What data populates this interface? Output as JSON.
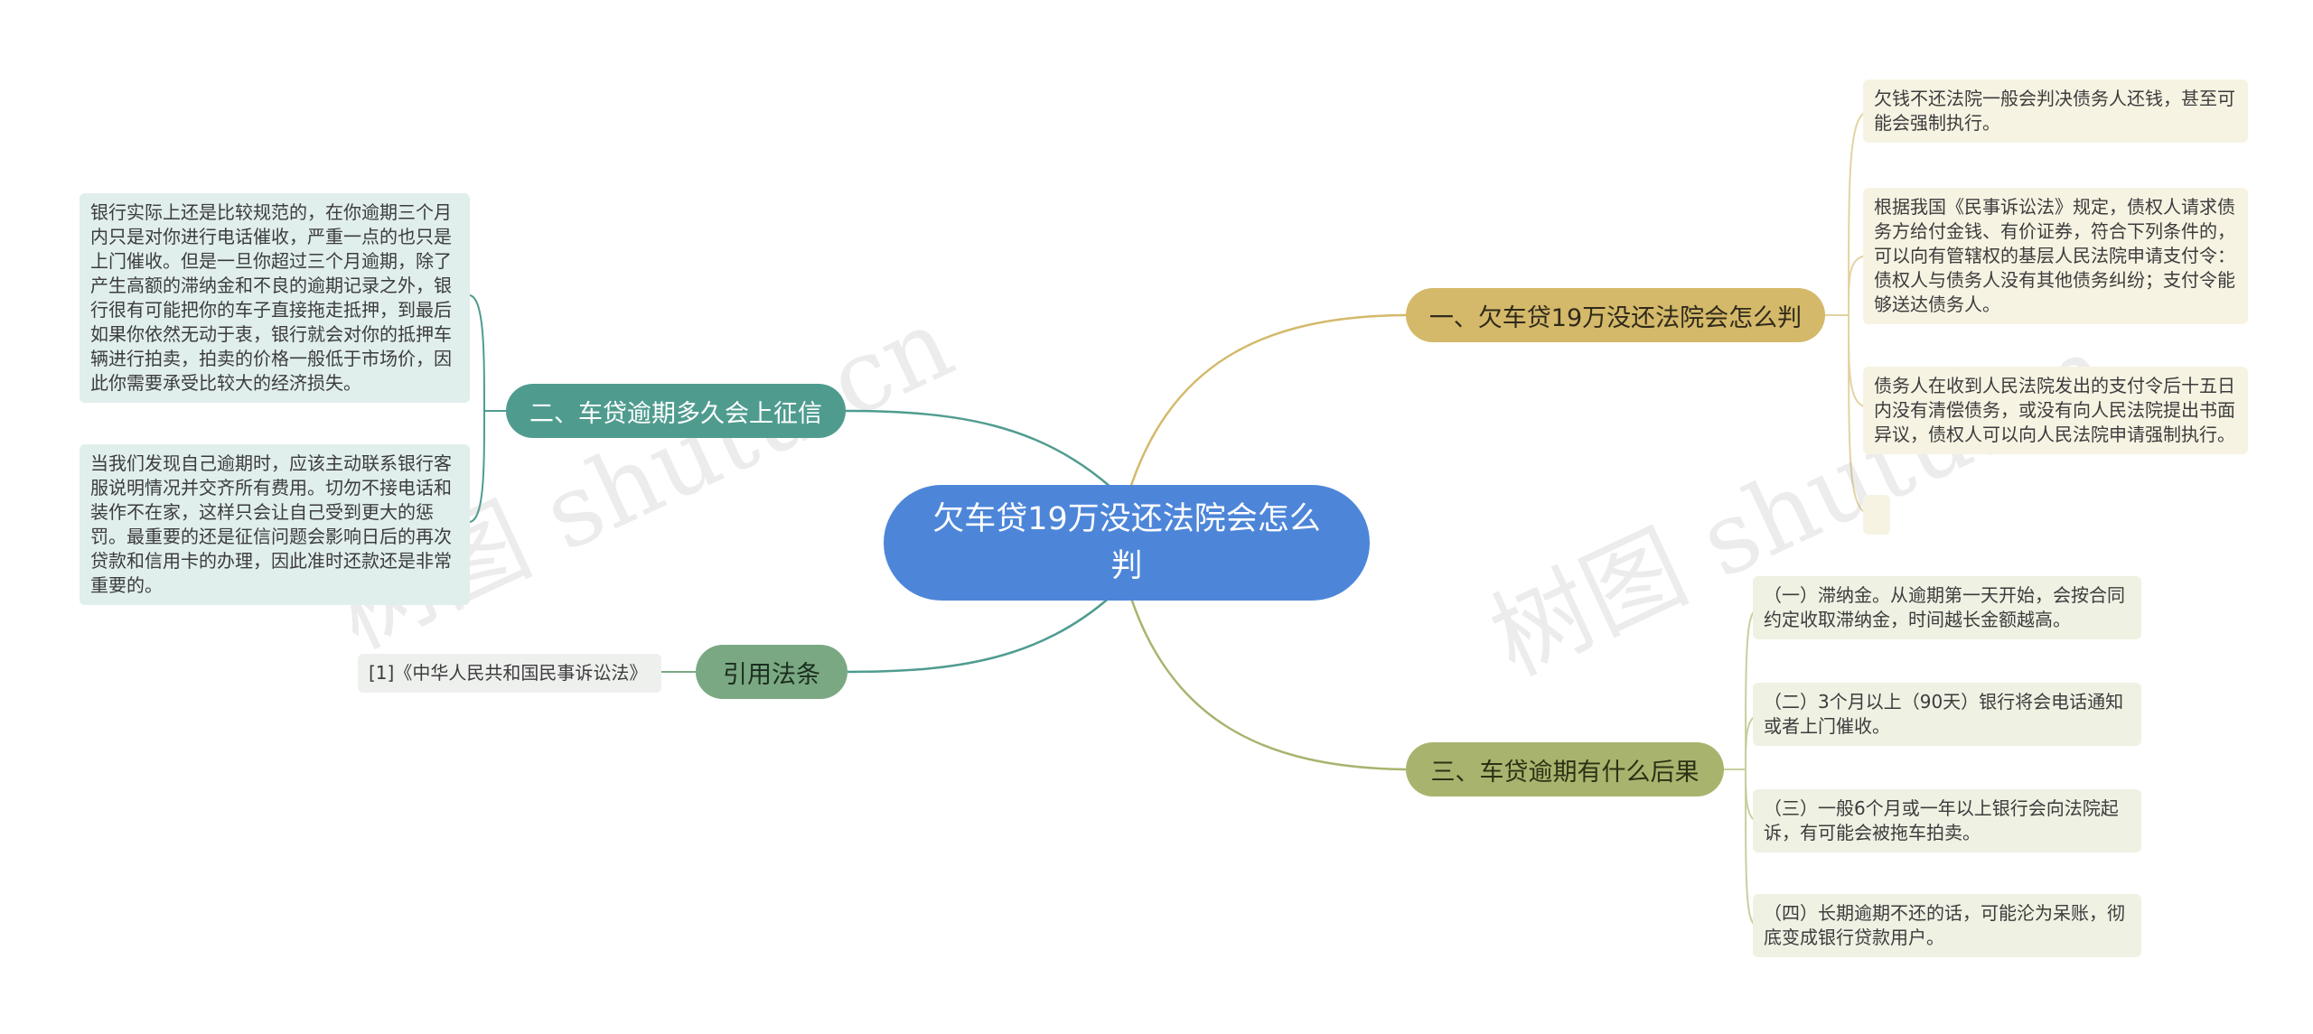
{
  "root": {
    "title": "欠车贷19万没还法院会怎么判"
  },
  "branches": [
    {
      "label": "一、欠车贷19万没还法院会怎么判",
      "items": [
        "欠钱不还法院一般会判决债务人还钱，甚至可能会强制执行。",
        "根据我国《民事诉讼法》规定，债权人请求债务方给付金钱、有价证券，符合下列条件的，可以向有管辖权的基层人民法院申请支付令：债权人与债务人没有其他债务纠纷；支付令能够送达债务人。",
        "债务人在收到人民法院发出的支付令后十五日内没有清偿债务，或没有向人民法院提出书面异议，债权人可以向人民法院申请强制执行。",
        ""
      ]
    },
    {
      "label": "二、车贷逾期多久会上征信",
      "items": [
        "银行实际上还是比较规范的，在你逾期三个月内只是对你进行电话催收，严重一点的也只是上门催收。但是一旦你超过三个月逾期，除了产生高额的滞纳金和不良的逾期记录之外，银行很有可能把你的车子直接拖走抵押，到最后如果你依然无动于衷，银行就会对你的抵押车辆进行拍卖，拍卖的价格一般低于市场价，因此你需要承受比较大的经济损失。",
        "当我们发现自己逾期时，应该主动联系银行客服说明情况并交齐所有费用。切勿不接电话和装作不在家，这样只会让自己受到更大的惩罚。最重要的还是征信问题会影响日后的再次贷款和信用卡的办理，因此准时还款还是非常重要的。"
      ]
    },
    {
      "label": "三、车贷逾期有什么后果",
      "items": [
        "（一）滞纳金。从逾期第一天开始，会按合同约定收取滞纳金，时间越长金额越高。",
        "（二）3个月以上（90天）银行将会电话通知或者上门催收。",
        "（三）一般6个月或一年以上银行会向法院起诉，有可能会被拖车拍卖。",
        "（四）长期逾期不还的话，可能沦为呆账，彻底变成银行贷款用户。"
      ]
    },
    {
      "label": "引用法条",
      "items": [
        "[1]《中华人民共和国民事诉讼法》"
      ]
    }
  ],
  "watermark": {
    "text": "树图 shutu.cn"
  },
  "colors": {
    "root": "#4d86d9",
    "branch1": "#d4b96a",
    "branch2": "#4f9c8f",
    "branch3": "#a8b46e",
    "branch4": "#7aa882"
  }
}
